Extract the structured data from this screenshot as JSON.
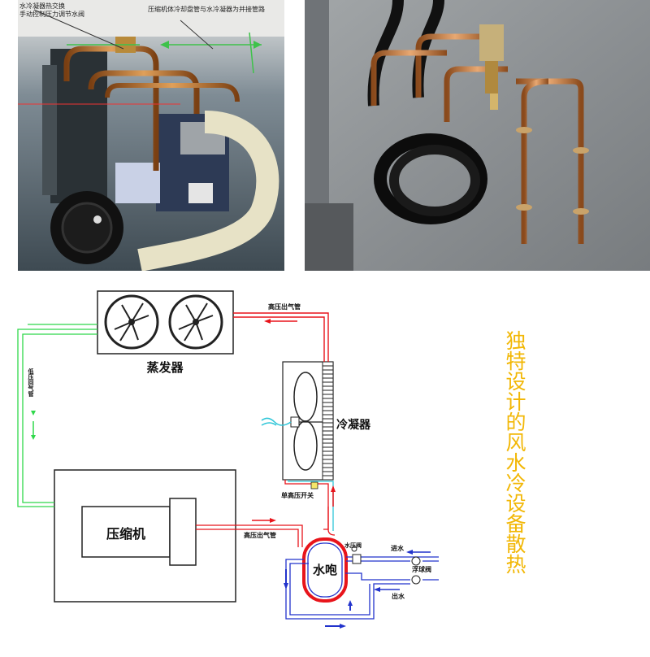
{
  "photo_left": {
    "annotation_1": "水冷凝器热交换\n手动控制压力调节水阀",
    "annotation_2": "压缩机体冷却盘管与水冷凝器为并接管路"
  },
  "diagram": {
    "evaporator_label": "蒸发器",
    "condenser_label": "冷凝器",
    "compressor_label": "压缩机",
    "water_pump_label": "水咆",
    "hp_discharge_top": "高压出气管",
    "hp_discharge_bottom": "高压出气管",
    "lp_return": "低压回气管",
    "hp_switch": "单高压开关",
    "water_valve": "水压阀",
    "water_in": "进水",
    "water_out": "出水",
    "float_valve": "浮球阀"
  },
  "side_caption": "独特设计的风水冷设备散热",
  "colors": {
    "high_pressure": "#e8141b",
    "low_pressure": "#2fd84a",
    "water": "#2233cc",
    "caption": "#f2b705"
  }
}
